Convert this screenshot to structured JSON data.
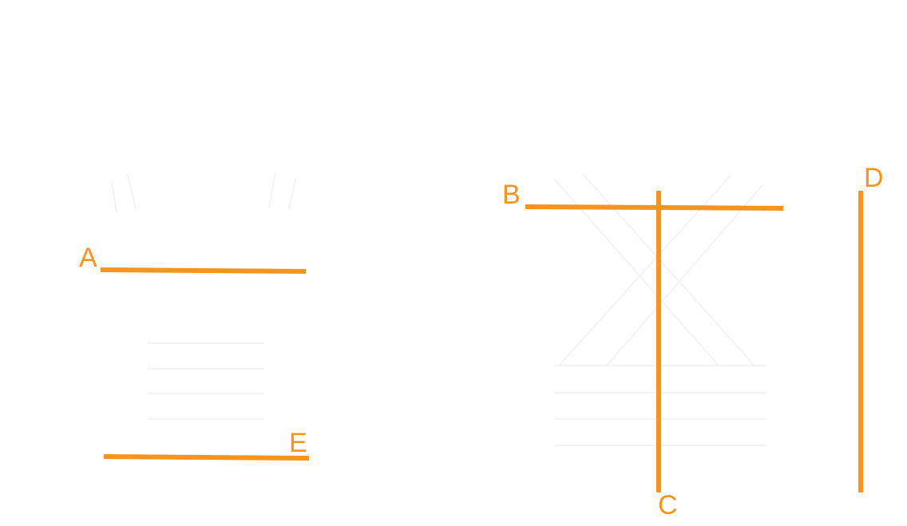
{
  "colors": {
    "line": "#f7941d",
    "faint": "#f3f3f3",
    "background": "#ffffff"
  },
  "segments": [
    {
      "id": "A",
      "label": "A",
      "orientation": "horizontal"
    },
    {
      "id": "B",
      "label": "B",
      "orientation": "horizontal"
    },
    {
      "id": "C",
      "label": "C",
      "orientation": "vertical"
    },
    {
      "id": "D",
      "label": "D",
      "orientation": "vertical"
    },
    {
      "id": "E",
      "label": "E",
      "orientation": "horizontal"
    }
  ]
}
